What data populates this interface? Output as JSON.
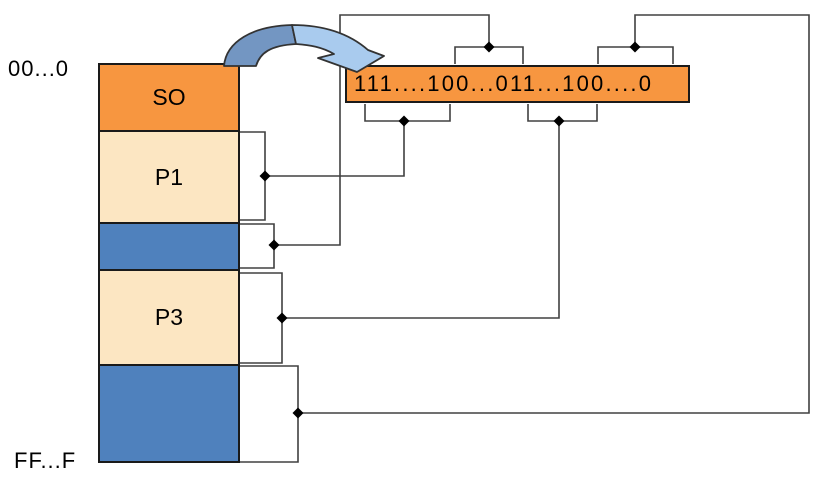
{
  "memory": {
    "top_address_label": "00...0",
    "bottom_address_label": "FF...F",
    "segments": [
      {
        "label": "SO",
        "kind": "operating-system"
      },
      {
        "label": "P1",
        "kind": "process"
      },
      {
        "label": "",
        "kind": "hole"
      },
      {
        "label": "P3",
        "kind": "process"
      },
      {
        "label": "",
        "kind": "hole"
      }
    ]
  },
  "bitmap": {
    "value": "111....100...011...100....0"
  },
  "icons": {
    "arrow": "curved-right-arrow-icon"
  },
  "colors": {
    "background": "#FFFFFF",
    "os_fill": "#F79640",
    "process_fill": "#FCE6C2",
    "hole_fill": "#4F81BD",
    "bitmap_fill": "#F79640",
    "arrow_dark": "#7396C2",
    "arrow_light": "#A9CBEE",
    "line": "#404040",
    "border": "#1A1A1A"
  }
}
